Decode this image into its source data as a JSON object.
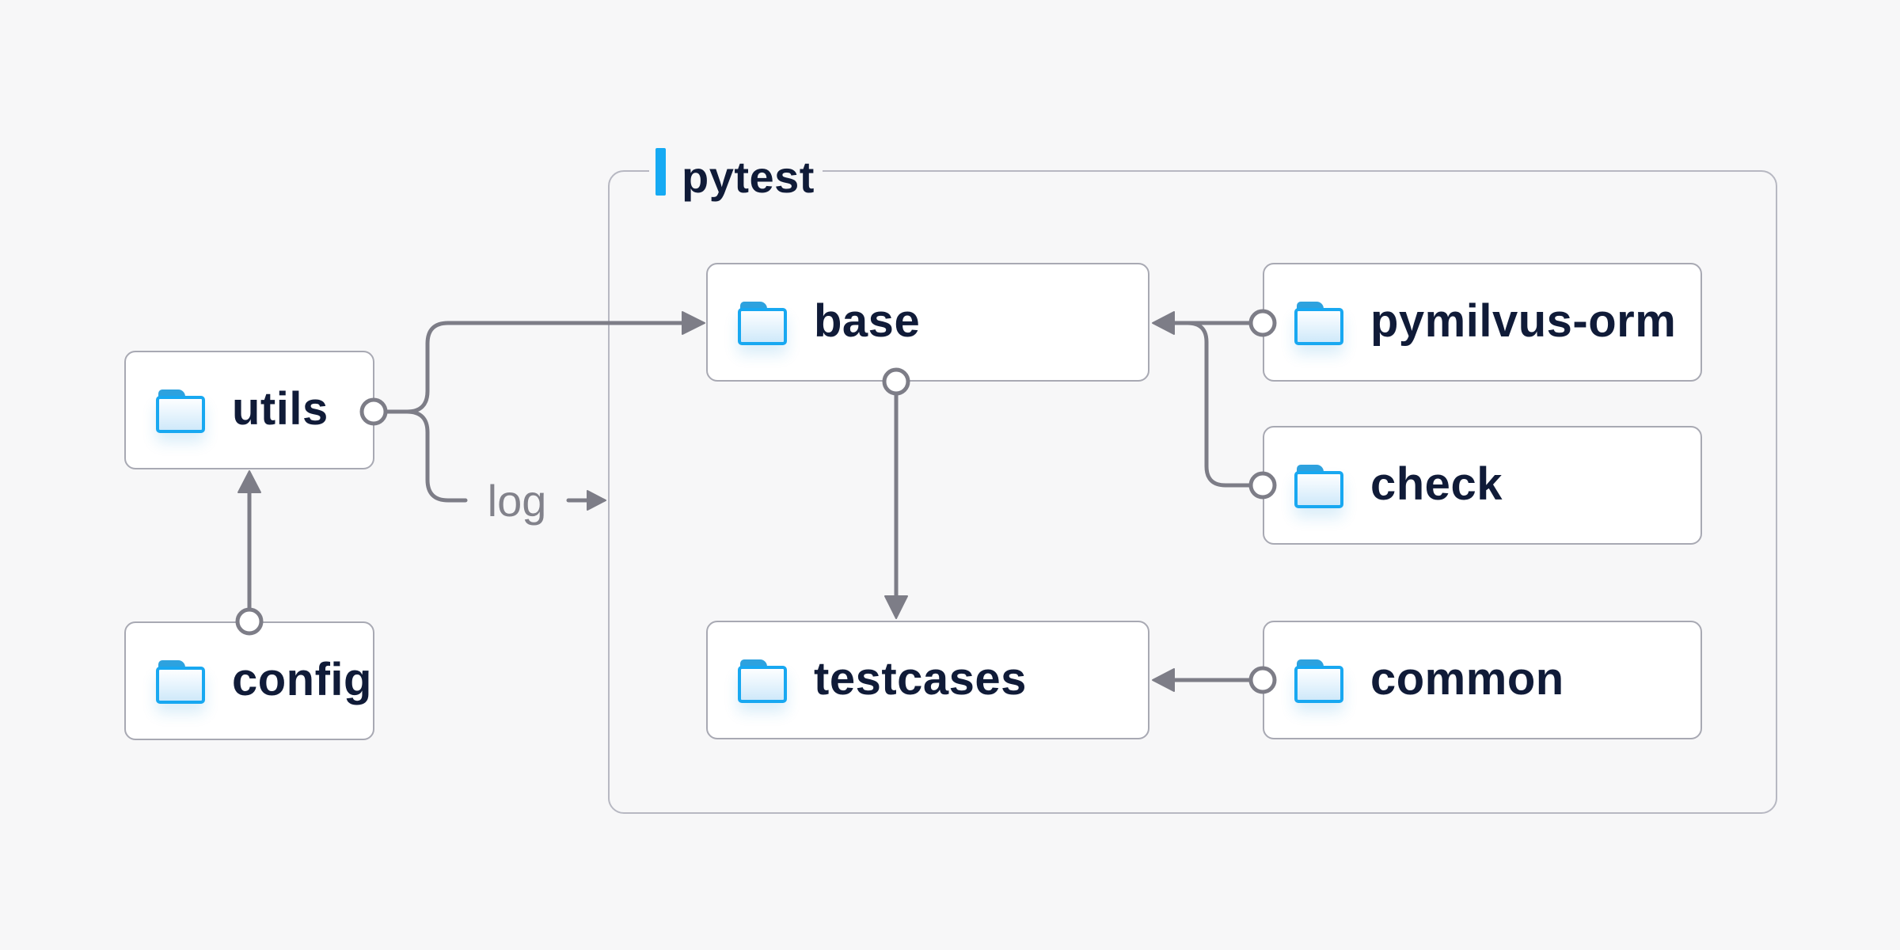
{
  "diagram": {
    "title_group": {
      "label": "pytest",
      "accent_color": "#16aaf3"
    },
    "nodes": [
      {
        "id": "utils",
        "label": "utils",
        "icon": "folder-icon"
      },
      {
        "id": "config",
        "label": "config",
        "icon": "folder-icon"
      },
      {
        "id": "base",
        "label": "base",
        "icon": "folder-icon"
      },
      {
        "id": "pymilvus-orm",
        "label": "pymilvus-orm",
        "icon": "folder-icon"
      },
      {
        "id": "check",
        "label": "check",
        "icon": "folder-icon"
      },
      {
        "id": "testcases",
        "label": "testcases",
        "icon": "folder-icon"
      },
      {
        "id": "common",
        "label": "common",
        "icon": "folder-icon"
      }
    ],
    "edges": [
      {
        "from": "config",
        "to": "utils",
        "label": ""
      },
      {
        "from": "utils",
        "to": "base",
        "label": ""
      },
      {
        "from": "utils",
        "to": "pytest-group",
        "label": "log"
      },
      {
        "from": "base",
        "to": "testcases",
        "label": ""
      },
      {
        "from": "pymilvus-orm",
        "to": "base",
        "label": ""
      },
      {
        "from": "check",
        "to": "base",
        "label": ""
      },
      {
        "from": "common",
        "to": "testcases",
        "label": ""
      }
    ],
    "colors": {
      "background": "#f7f7f8",
      "node_fill": "#ffffff",
      "node_border": "#a8a9b3",
      "group_border": "#b7b8c2",
      "connector": "#7d7d87",
      "node_text": "#101b38",
      "edge_label_text": "#82828b",
      "folder_blue": "#18a8f1"
    }
  }
}
